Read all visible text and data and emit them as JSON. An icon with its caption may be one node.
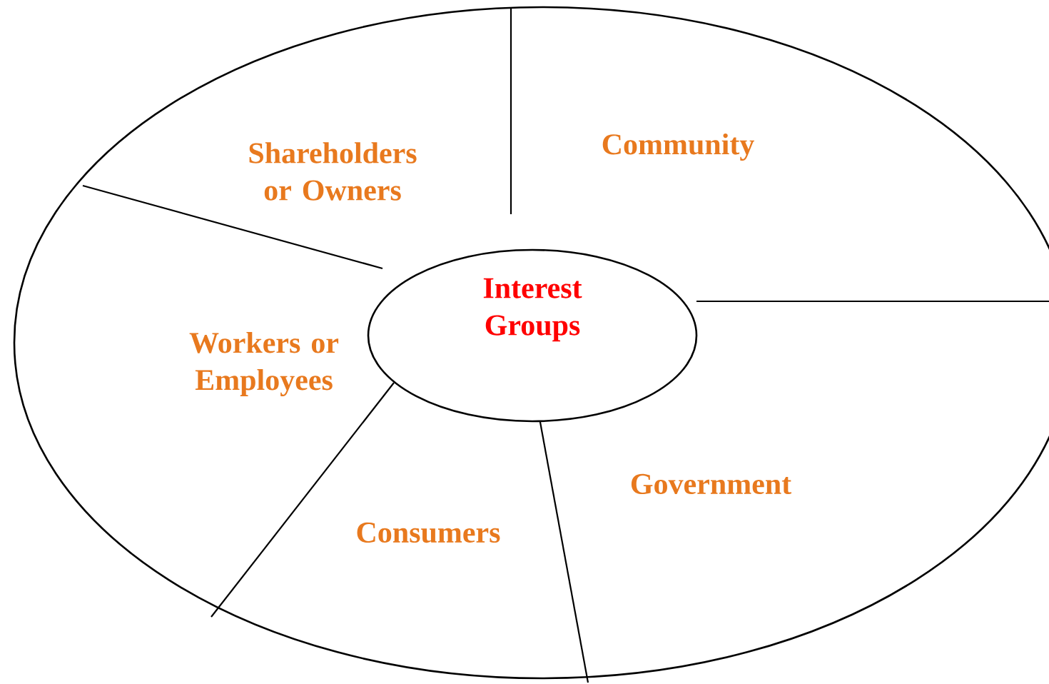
{
  "diagram": {
    "nodes": [
      {
        "text": [
          "Interest Groups"
        ]
      },
      {
        "text": [
          "Shareholders or Owners"
        ]
      },
      {
        "text": [
          "Community"
        ]
      },
      {
        "text": [
          "Workers or Employees"
        ]
      },
      {
        "text": [
          "Government"
        ]
      },
      {
        "text": [
          "Consumers"
        ]
      }
    ]
  }
}
